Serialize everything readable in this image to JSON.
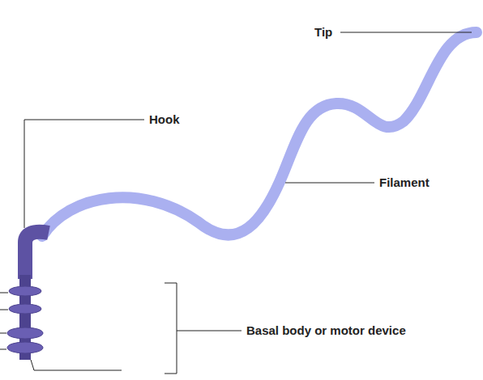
{
  "diagram": {
    "labels": [
      "Tip",
      "Hook",
      "Filament",
      "Basal body or motor device"
    ]
  }
}
